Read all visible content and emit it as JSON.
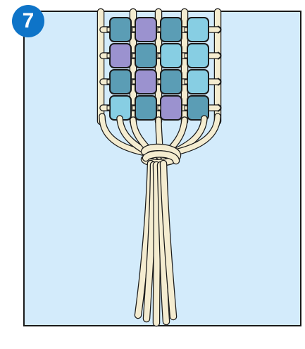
{
  "step": {
    "number": "7"
  },
  "colors": {
    "badge": "#0e74c8",
    "background": "#d3ebfb",
    "cord": "#f4ecd0",
    "outline": "#1a1a1a",
    "bead_teal": "#5b9db5",
    "bead_purple": "#9b92cf",
    "bead_light_blue": "#87cee3"
  },
  "beads": {
    "rows": [
      [
        "teal",
        "purple",
        "teal",
        "light_blue"
      ],
      [
        "purple",
        "teal",
        "light_blue",
        "light_blue"
      ],
      [
        "teal",
        "purple",
        "teal",
        "light_blue"
      ],
      [
        "light_blue",
        "teal",
        "purple",
        "teal"
      ]
    ]
  }
}
